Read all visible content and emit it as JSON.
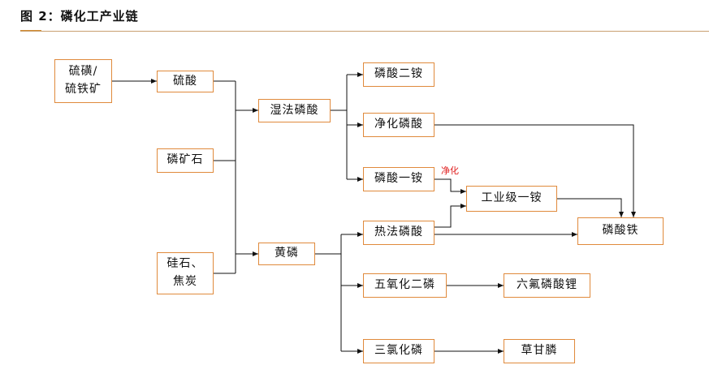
{
  "header": {
    "title": "图 2：磷化工产业链"
  },
  "nodes": {
    "sulfur_pyrite": "硫磺/\n硫铁矿",
    "sulfuric_acid": "硫酸",
    "phosphate_rock": "磷矿石",
    "silica_coke": "硅石、\n焦炭",
    "wet_phosphoric_acid": "湿法磷酸",
    "yellow_phosphorus": "黄磷",
    "dap": "磷酸二铵",
    "purified_phosphoric_acid": "净化磷酸",
    "map": "磷酸一铵",
    "industrial_map": "工业级一铵",
    "thermal_phosphoric_acid": "热法磷酸",
    "iron_phosphate": "磷酸铁",
    "p2o5": "五氧化二磷",
    "lipf6": "六氟磷酸锂",
    "pcl3": "三氯化磷",
    "glyphosate": "草甘膦"
  },
  "annotations": {
    "purify_label": "净化"
  },
  "colors": {
    "box_border": "#e08a3c",
    "arrow": "#111111",
    "note": "#e02020"
  }
}
